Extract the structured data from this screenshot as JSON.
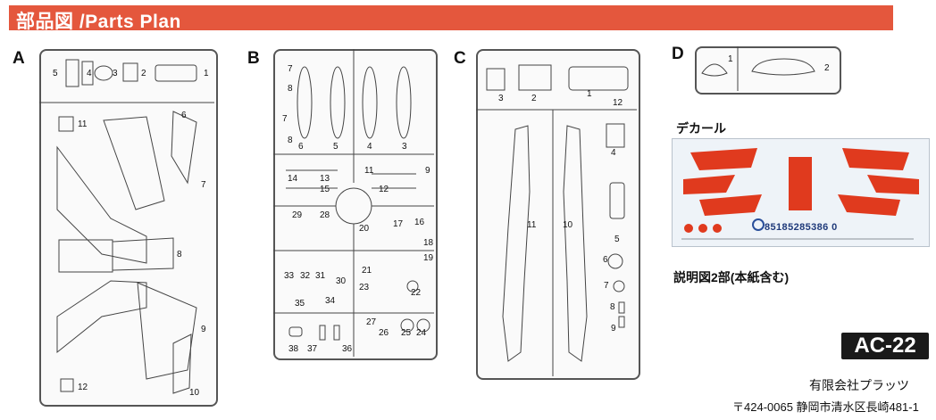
{
  "header": {
    "title": "部品図 /Parts Plan",
    "color": "#e4573d"
  },
  "sprues": {
    "A": {
      "letter": "A",
      "parts": [
        "5",
        "4",
        "3",
        "2",
        "1",
        "11",
        "6",
        "7",
        "8",
        "9",
        "12",
        "10"
      ]
    },
    "B": {
      "letter": "B",
      "parts": [
        "7",
        "8",
        "7",
        "8",
        "6",
        "5",
        "4",
        "3",
        "14",
        "13",
        "11",
        "9",
        "15",
        "12",
        "29",
        "28",
        "17",
        "16",
        "20",
        "18",
        "19",
        "21",
        "33",
        "32",
        "31",
        "30",
        "34",
        "23",
        "22",
        "35",
        "27",
        "26",
        "25",
        "24",
        "38",
        "37",
        "36"
      ]
    },
    "C": {
      "letter": "C",
      "parts": [
        "3",
        "2",
        "1",
        "12",
        "4",
        "11",
        "10",
        "5",
        "6",
        "7",
        "8",
        "9"
      ]
    },
    "D": {
      "letter": "D",
      "parts": [
        "1",
        "2"
      ]
    }
  },
  "decal": {
    "label": "デカール",
    "serials": "85185285386 0",
    "colors": {
      "red": "#e03a1e",
      "blue": "#2a4f9a"
    }
  },
  "manual_note": "説明図2部(本紙含む)",
  "product_code": "AC-22",
  "company": {
    "name": "有限会社プラッツ",
    "address": "〒424-0065 静岡市清水区長崎481-1"
  }
}
